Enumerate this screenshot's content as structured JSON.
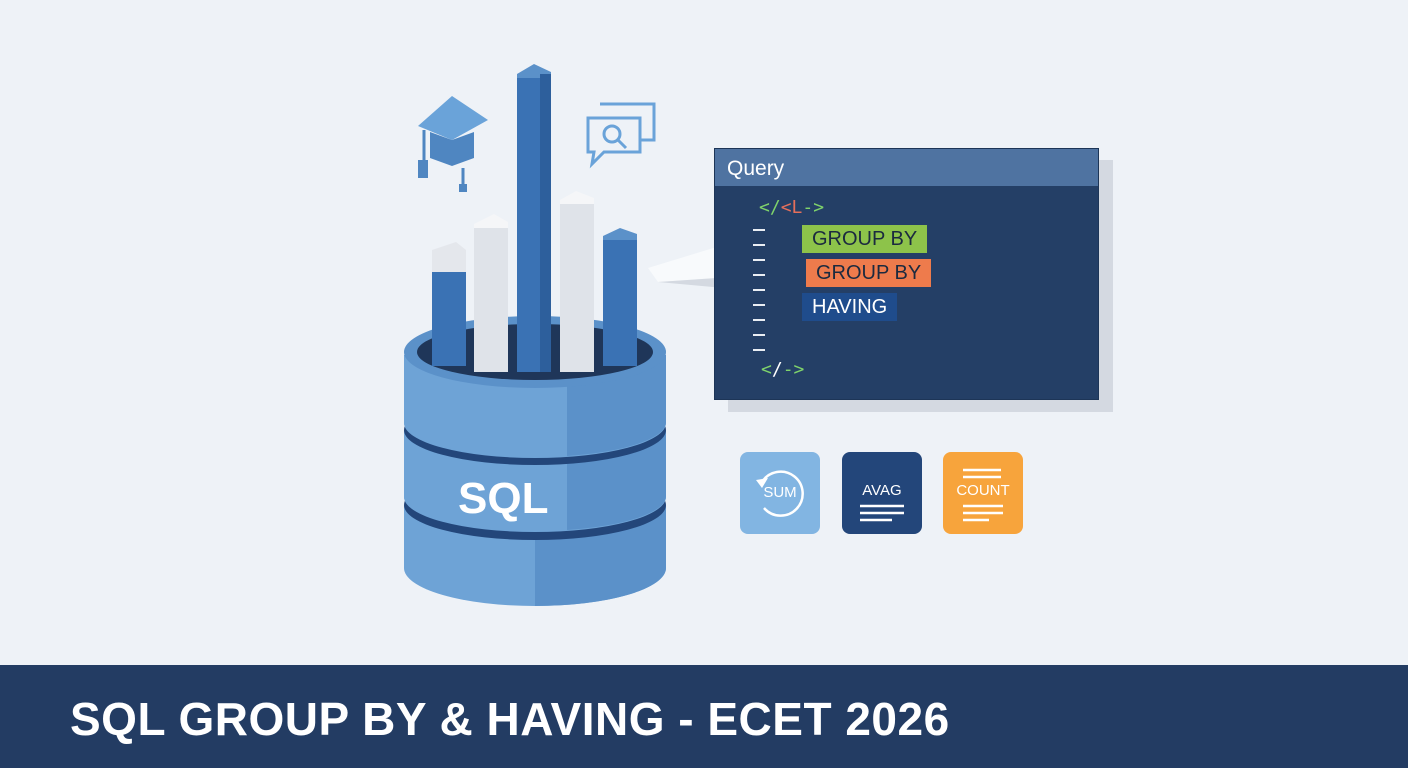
{
  "query_panel": {
    "title": "Query",
    "open_tag": {
      "start": "</",
      "mid": "<L",
      "end": "->"
    },
    "close_tag": {
      "start": "<",
      "mid": "/",
      "end": "->"
    },
    "keywords": [
      "GROUP BY",
      "GROUP BY",
      "HAVING"
    ]
  },
  "database": {
    "label": "SQL"
  },
  "aggregates": {
    "sum": "SUM",
    "avg": "AVAG",
    "count": "COUNT"
  },
  "banner": {
    "title": "SQL GROUP BY & HAVING - ECET 2026"
  },
  "colors": {
    "background": "#eef2f7",
    "banner": "#233c63",
    "panel": "#243f66",
    "panel_header": "#4f73a1",
    "keyword_green": "#8dc34a",
    "keyword_orange": "#ee7b4c",
    "keyword_blue": "#1f4c8c",
    "bar_blue": "#3a72b4",
    "bar_white": "#e4e7ec",
    "db_light": "#7daedd",
    "db_dark": "#4f86c1",
    "sum_tile": "#82b5e2",
    "avg_tile": "#23467a",
    "count_tile": "#f7a43c"
  },
  "icons": [
    "graduation-cap-icon",
    "chat-search-icon",
    "sql-database-icon"
  ]
}
